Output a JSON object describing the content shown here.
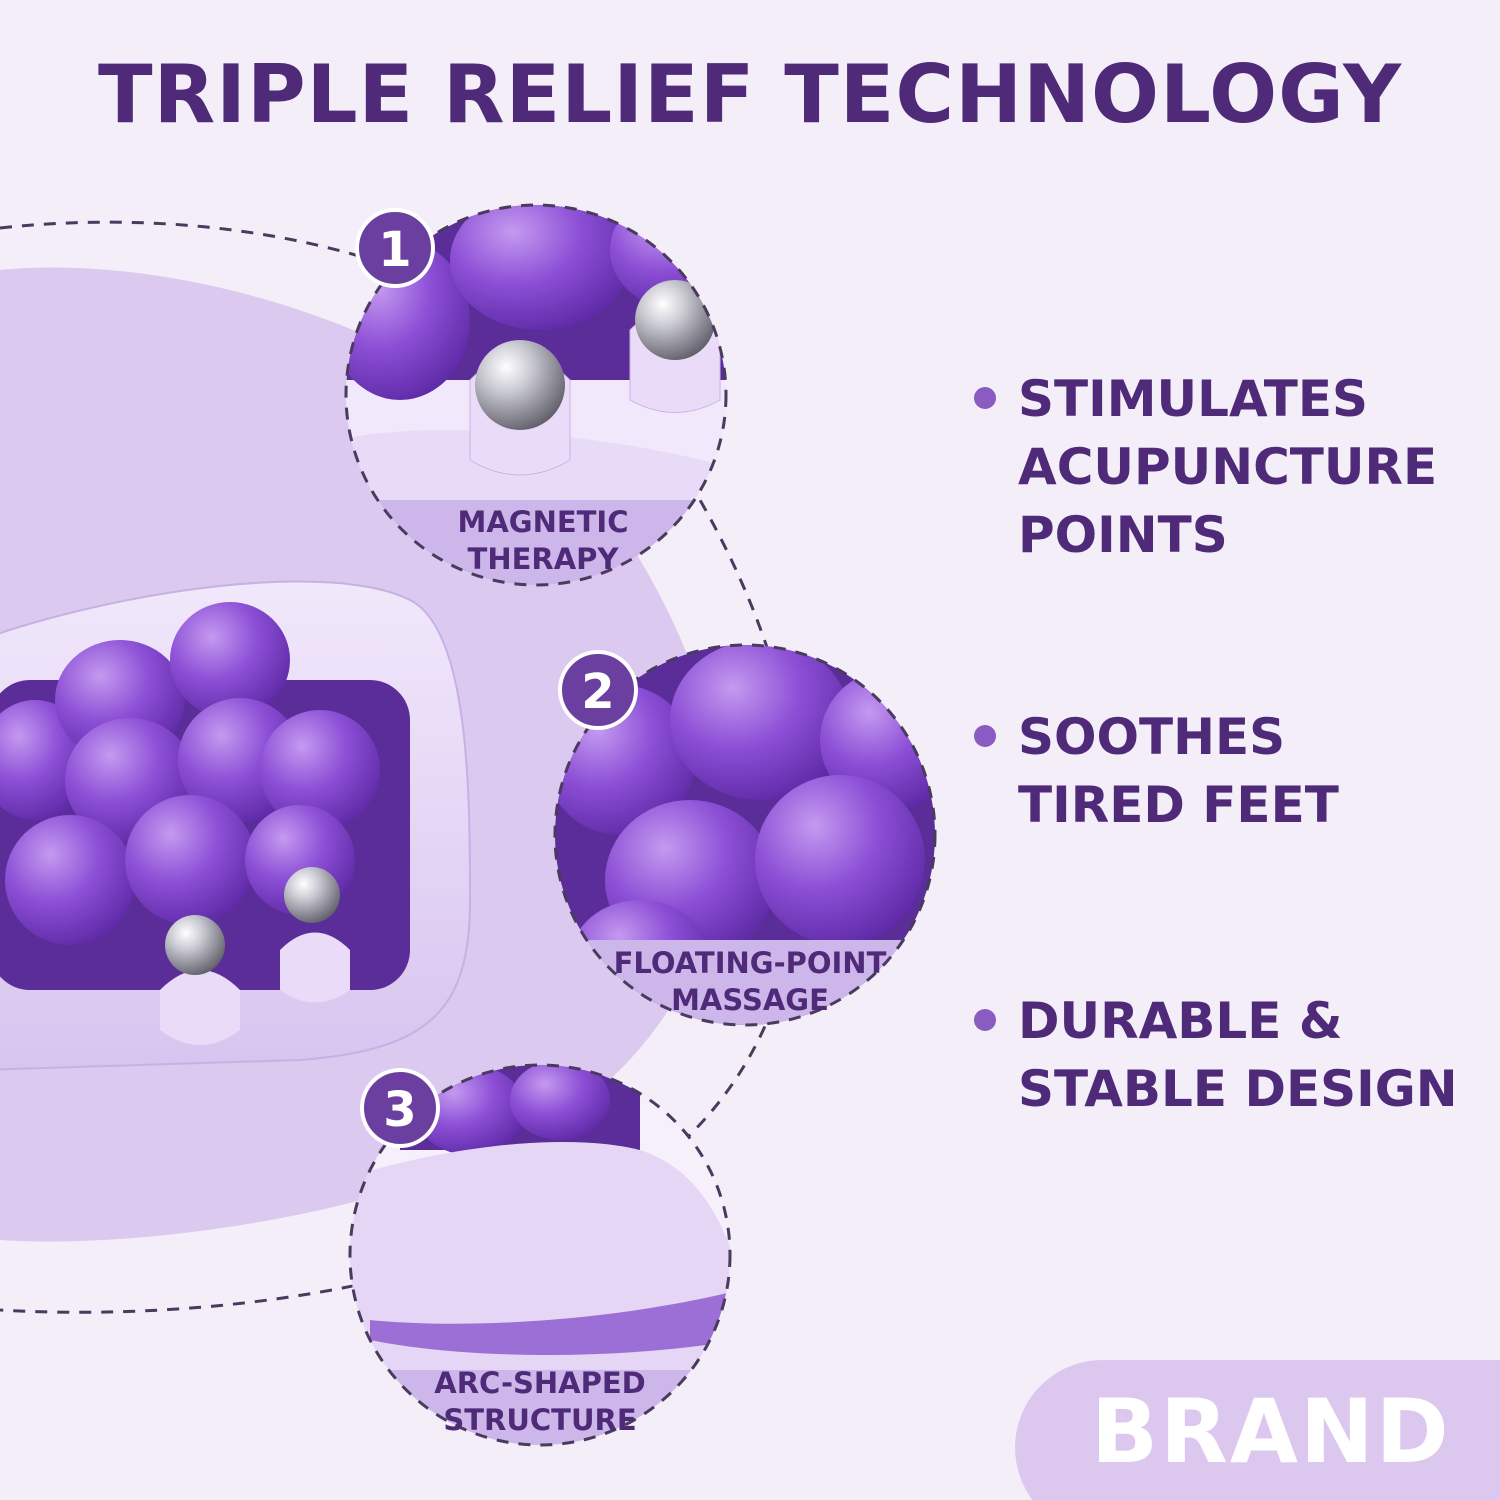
{
  "headline": "TRIPLE RELIEF TECHNOLOGY",
  "features": [
    {
      "number": "1",
      "caption_line1": "MAGNETIC",
      "caption_line2": "THERAPY"
    },
    {
      "number": "2",
      "caption_line1": "FLOATING-POINT",
      "caption_line2": "MASSAGE"
    },
    {
      "number": "3",
      "caption_line1": "ARC-SHAPED",
      "caption_line2": "STRUCTURE"
    }
  ],
  "benefits": [
    {
      "lines": [
        "STIMULATES",
        "ACUPUNCTURE",
        "POINTS"
      ]
    },
    {
      "lines": [
        "SOOTHES",
        "TIRED FEET"
      ]
    },
    {
      "lines": [
        "DURABLE &",
        "STABLE DESIGN"
      ]
    }
  ],
  "brand": "BRAND",
  "colors": {
    "background": "#f3eef8",
    "headline": "#4f2a78",
    "accent": "#8a5cc2",
    "number_badge": "#6b3fa0",
    "nub_purple": "#8c4fd6",
    "base_lilac": "#e6d8f4",
    "brand_tab": "#dcc8ee"
  }
}
